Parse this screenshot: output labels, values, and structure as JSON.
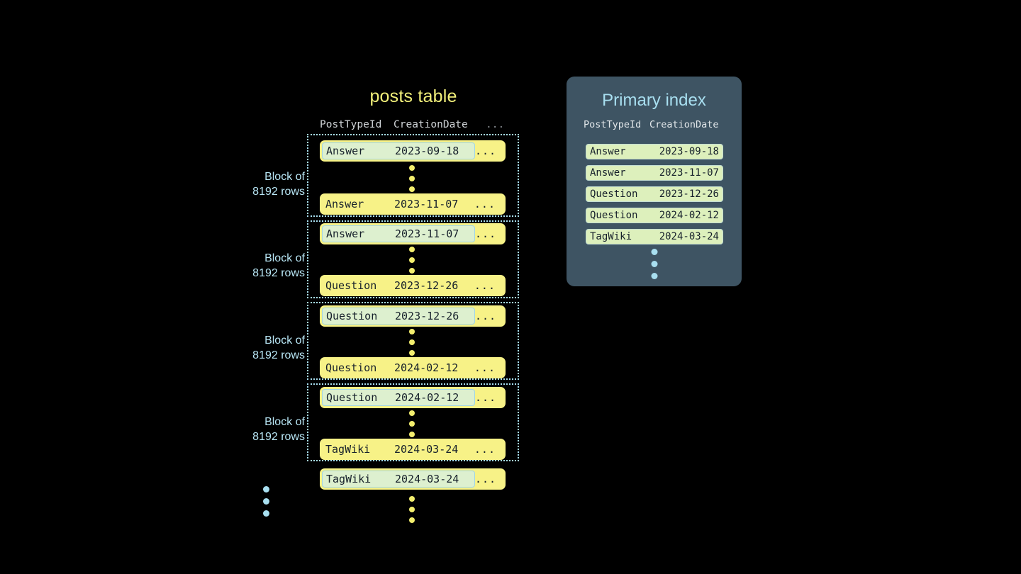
{
  "posts_table": {
    "title": "posts table",
    "columns": [
      "PostTypeId",
      "CreationDate",
      "..."
    ],
    "blocks": [
      {
        "label_line1": "Block of",
        "label_line2": "8192 rows",
        "first_row": {
          "type": "Answer",
          "date": "2023-09-18",
          "more": "...",
          "highlighted": true
        },
        "last_row": {
          "type": "Answer",
          "date": "2023-11-07",
          "more": "...",
          "highlighted": false
        }
      },
      {
        "label_line1": "Block of",
        "label_line2": "8192 rows",
        "first_row": {
          "type": "Answer",
          "date": "2023-11-07",
          "more": "...",
          "highlighted": true
        },
        "last_row": {
          "type": "Question",
          "date": "2023-12-26",
          "more": "...",
          "highlighted": false
        }
      },
      {
        "label_line1": "Block of",
        "label_line2": "8192 rows",
        "first_row": {
          "type": "Question",
          "date": "2023-12-26",
          "more": "...",
          "highlighted": true
        },
        "last_row": {
          "type": "Question",
          "date": "2024-02-12",
          "more": "...",
          "highlighted": false
        }
      },
      {
        "label_line1": "Block of",
        "label_line2": "8192 rows",
        "first_row": {
          "type": "Question",
          "date": "2024-02-12",
          "more": "...",
          "highlighted": true
        },
        "last_row": {
          "type": "TagWiki",
          "date": "2024-03-24",
          "more": "...",
          "highlighted": false
        }
      }
    ],
    "trailing_row": {
      "type": "TagWiki",
      "date": "2024-03-24",
      "more": "...",
      "highlighted": true
    }
  },
  "primary_index": {
    "title": "Primary index",
    "columns": [
      "PostTypeId",
      "CreationDate"
    ],
    "rows": [
      {
        "type": "Answer",
        "date": "2023-09-18"
      },
      {
        "type": "Answer",
        "date": "2023-11-07"
      },
      {
        "type": "Question",
        "date": "2023-12-26"
      },
      {
        "type": "Question",
        "date": "2024-02-12"
      },
      {
        "type": "TagWiki",
        "date": "2024-03-24"
      }
    ]
  },
  "colors": {
    "background": "#000000",
    "row_yellow": "#f7f287",
    "highlight_green": "#ddf0cf",
    "index_row_green": "#ddf0bc",
    "accent_blue": "#a8dff0",
    "title_yellow": "#f2f07a",
    "panel_slate": "#3e5463"
  }
}
